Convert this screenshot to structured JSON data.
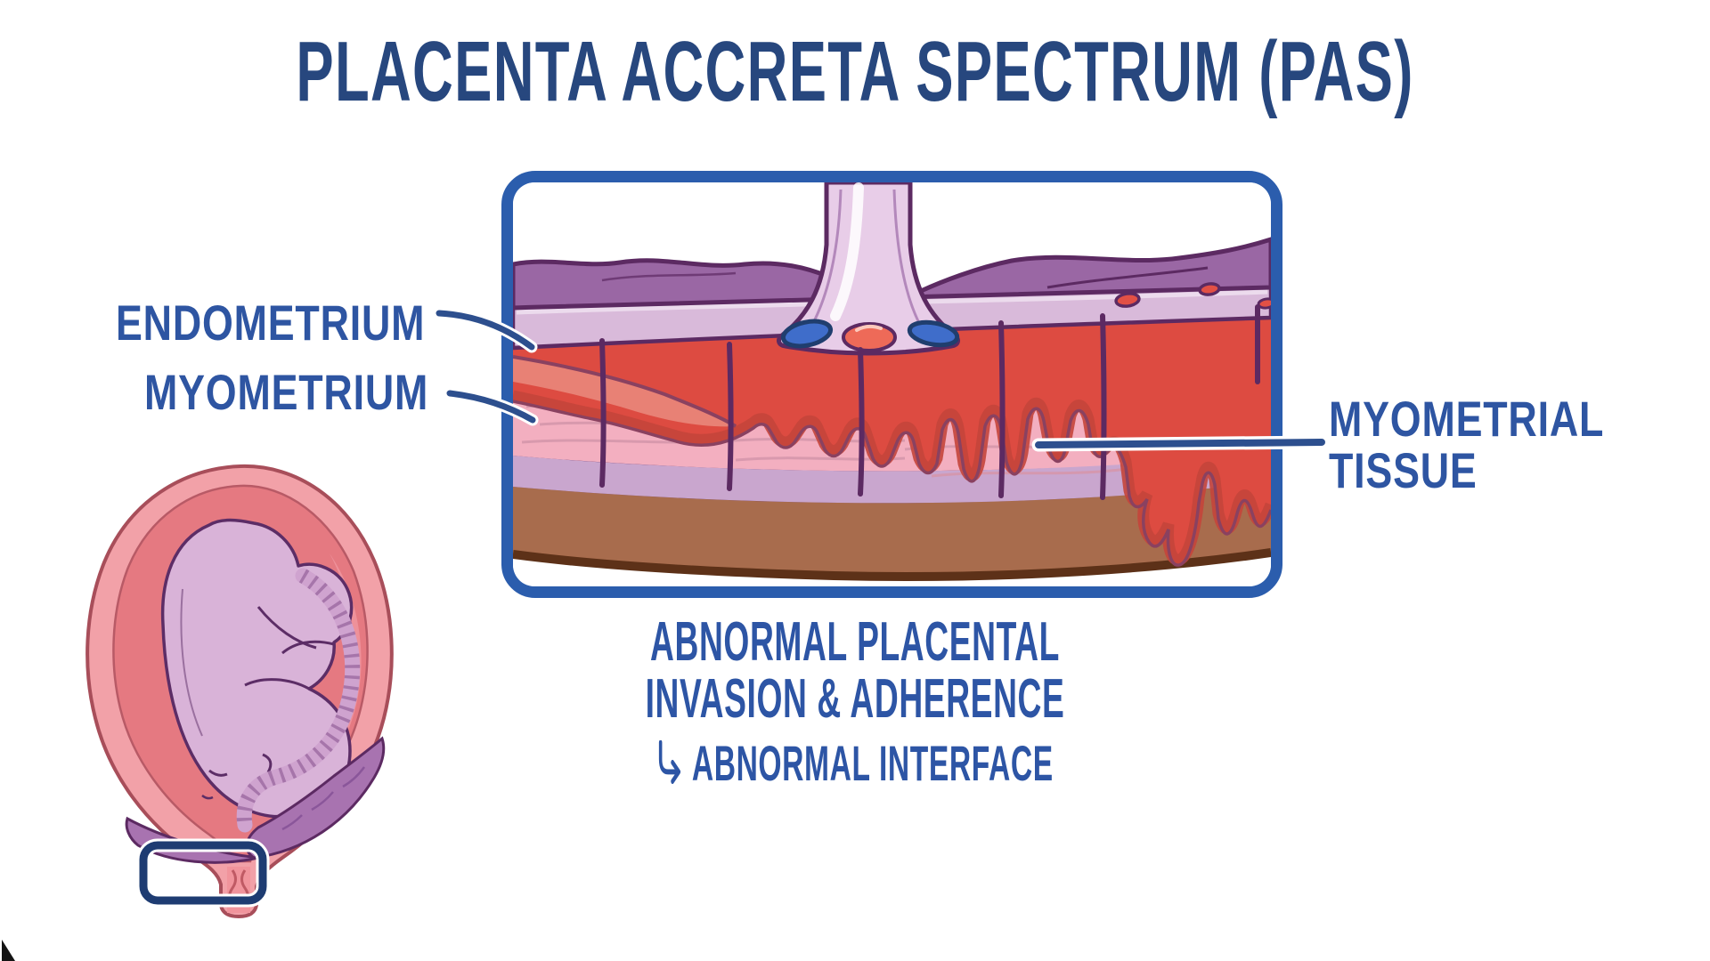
{
  "title": {
    "text": "PLACENTA ACCRETA SPECTRUM (PAS)",
    "color": "#27477E"
  },
  "left_labels": {
    "endometrium": "ENDOMETRIUM",
    "myometrium": "MYOMETRIUM"
  },
  "right_label": {
    "line1": "MYOMETRIAL",
    "line2": "TISSUE"
  },
  "caption": {
    "line1": "ABNORMAL PLACENTAL",
    "line2": "INVASION & ADHERENCE",
    "arrow_glyph": "↳",
    "line3": "ABNORMAL INTERFACE",
    "color": "#2D55A5"
  },
  "pointer_lines": {
    "color": "#2D4F8E",
    "endometrium_target": "decidua-red boundary at left of frame",
    "myometrium_target": "pink muscle layer at left of frame",
    "myometrial_tissue_target": "pink muscle tissue between red invasion fingers"
  },
  "cross_section_frame": {
    "border_color": "#2B5DAD",
    "layers": {
      "serosa_purple": "#9A67A4",
      "decidua_lavender": "#D9BADA",
      "invading_placenta_red": "#DD4B41",
      "red_shadow": "#C4453B",
      "salmon_transition": "#E88175",
      "myometrium_pink": "#F3AFC0",
      "pink_texture": "#D697AC",
      "deep_lavender": "#C9A6CE",
      "outer_brown": "#A86C4D",
      "brown_outline": "#5D3118",
      "outline_purple": "#5C2A62",
      "cord_stalk_lavender": "#E8CDE8",
      "vessel_blue": "#3F6DCA",
      "vessel_red": "#EE6A58"
    }
  },
  "fetus_inset": {
    "uterus_pink": "#F2A1A8",
    "uterus_outline": "#A84E5A",
    "cavity_salmon": "#E57981",
    "fetus_lavender": "#D9B3D8",
    "fetus_outline": "#5C2D66",
    "placenta_mauve": "#A873B0",
    "cord_lavender": "#CFA3CF",
    "cord_ring_purple": "#7D4886",
    "highlight_box_navy": "#1E3C72"
  }
}
